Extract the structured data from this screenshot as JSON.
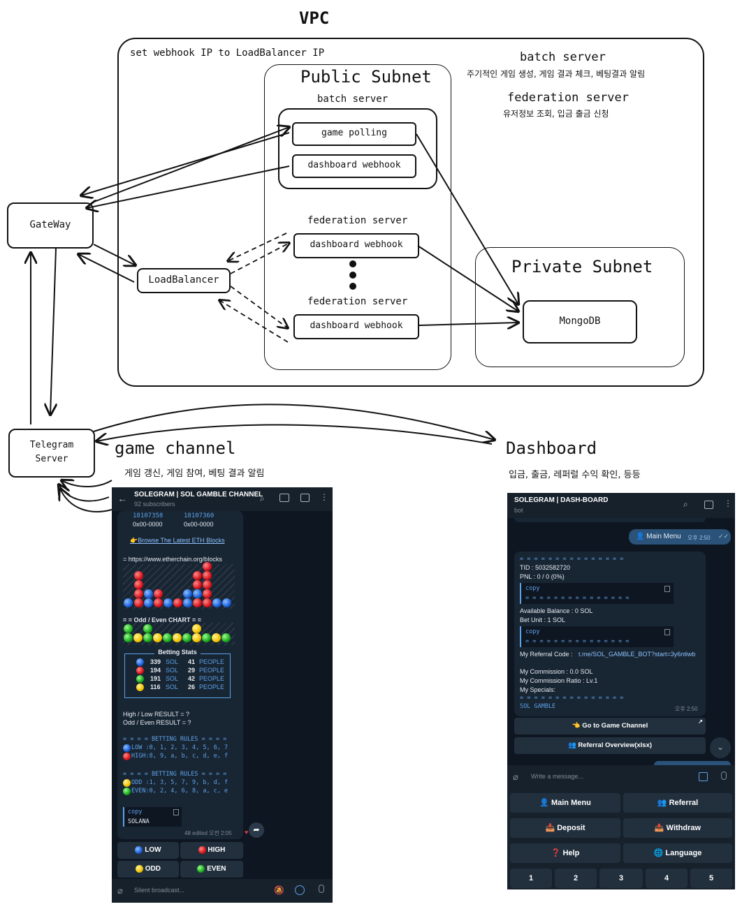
{
  "diagram": {
    "title": "VPC",
    "vpc_note": "set webhook IP to LoadBalancer IP",
    "public_subnet": "Public Subnet",
    "private_subnet": "Private Subnet",
    "batch_group_label": "batch server",
    "fed1_label": "federation server",
    "fed2_label": "federation server",
    "game_polling": "game polling",
    "dashboard_webhook_batch": "dashboard webhook",
    "dashboard_webhook_fed1": "dashboard webhook",
    "dashboard_webhook_fed2": "dashboard webhook",
    "mongodb": "MongoDB",
    "gateway": "GateWay",
    "loadbalancer": "LoadBalancer",
    "telegram_server_line1": "Telegram",
    "telegram_server_line2": "Server",
    "legend_batch_title": "batch server",
    "legend_batch_desc": "주기적인 게임 생성, 게임 결과 체크, 베팅결과 알림",
    "legend_fed_title": "federation server",
    "legend_fed_desc": "유저정보 조회, 입금 출금 신청",
    "game_channel_title": "game channel",
    "game_channel_desc": "게임 갱신, 게임 참여, 베팅 결과 알림",
    "dashboard_title": "Dashboard",
    "dashboard_desc": "입금, 출금, 레퍼럴 수익 확인, 등등"
  },
  "game_channel_screen": {
    "header_title": "SOLEGRAM | SOL GAMBLE CHANNEL",
    "header_sub": "92 subscribers",
    "block_a": "18107358",
    "block_b": "18107360",
    "hash_a": "0x00-0000",
    "hash_b": "0x00-0000",
    "browse_link": "👉Browse The Latest ETH Blocks",
    "etherchain": "= https://www.etherchain.org/blocks",
    "odd_even_chart": "= = Odd / Even CHART = =",
    "betting_stats_title": "Betting Stats",
    "stats": [
      {
        "color": "blue",
        "sol": "339",
        "people": "41"
      },
      {
        "color": "red",
        "sol": "194",
        "people": "29"
      },
      {
        "color": "green",
        "sol": "191",
        "people": "42"
      },
      {
        "color": "yellow",
        "sol": "116",
        "people": "26"
      }
    ],
    "sol_label": "SOL",
    "people_label": "PEOPLE",
    "high_low_result": "High / Low RESULT = ?",
    "odd_even_result": "Odd / Even RESULT = ?",
    "rules_header": "= = = = BETTING RULES = = = =",
    "rule_low": "LOW :0, 1, 2, 3, 4, 5, 6, 7",
    "rule_high": "HIGH:8, 9, a, b, c, d, e, f",
    "rule_odd": "ODD :1, 3, 5, 7, 9, b, d, f",
    "rule_even": "EVEN:0, 2, 4, 6, 8, a, c, e",
    "copy_label": "copy",
    "copy_value": "SOLANA",
    "meta": "48  edited 오전 2:05",
    "btn_low": "LOW",
    "btn_high": "HIGH",
    "btn_odd": "ODD",
    "btn_even": "EVEN",
    "input_placeholder": "Silent broadcast..."
  },
  "dashboard_screen": {
    "header_title": "SOLEGRAM | DASH-BOARD",
    "header_sub": "bot",
    "main_menu_msg": "👤 Main Menu",
    "main_menu_time": "오후 2:50",
    "sep": "= = = = = = = = = = = = = = =",
    "tid": "TID : 5032582720",
    "pnl": "PNL : 0 / 0 (0%)",
    "copy_label": "copy",
    "available_balance": "Available Balance : 0 SOL",
    "bet_unit": "Bet Unit : 1 SOL",
    "referral_code_label": "My Referral Code : ",
    "referral_code_link": "t.me/SOL_GAMBLE_BOT?start=3y6ntiwb",
    "commission": "My Commission : 0.0 SOL",
    "commission_ratio": "My Commission Ratio : Lv.1",
    "specials": "My Specials:",
    "sol_gamble": "SOL GAMBLE",
    "msg_time": "오후 2:50",
    "btn_game_channel": "👈 Go to Game Channel",
    "btn_referral_overview": "👥 Referral Overview(xlsx)",
    "input_placeholder": "Write a message...",
    "kb_main_menu": "👤 Main Menu",
    "kb_referral": "👥 Referral",
    "kb_deposit": "📥 Deposit",
    "kb_withdraw": "📤 Withdraw",
    "kb_help": "❓ Help",
    "kb_language": "🌐 Language",
    "kb_1": "1",
    "kb_2": "2",
    "kb_3": "3",
    "kb_4": "4",
    "kb_5": "5"
  }
}
